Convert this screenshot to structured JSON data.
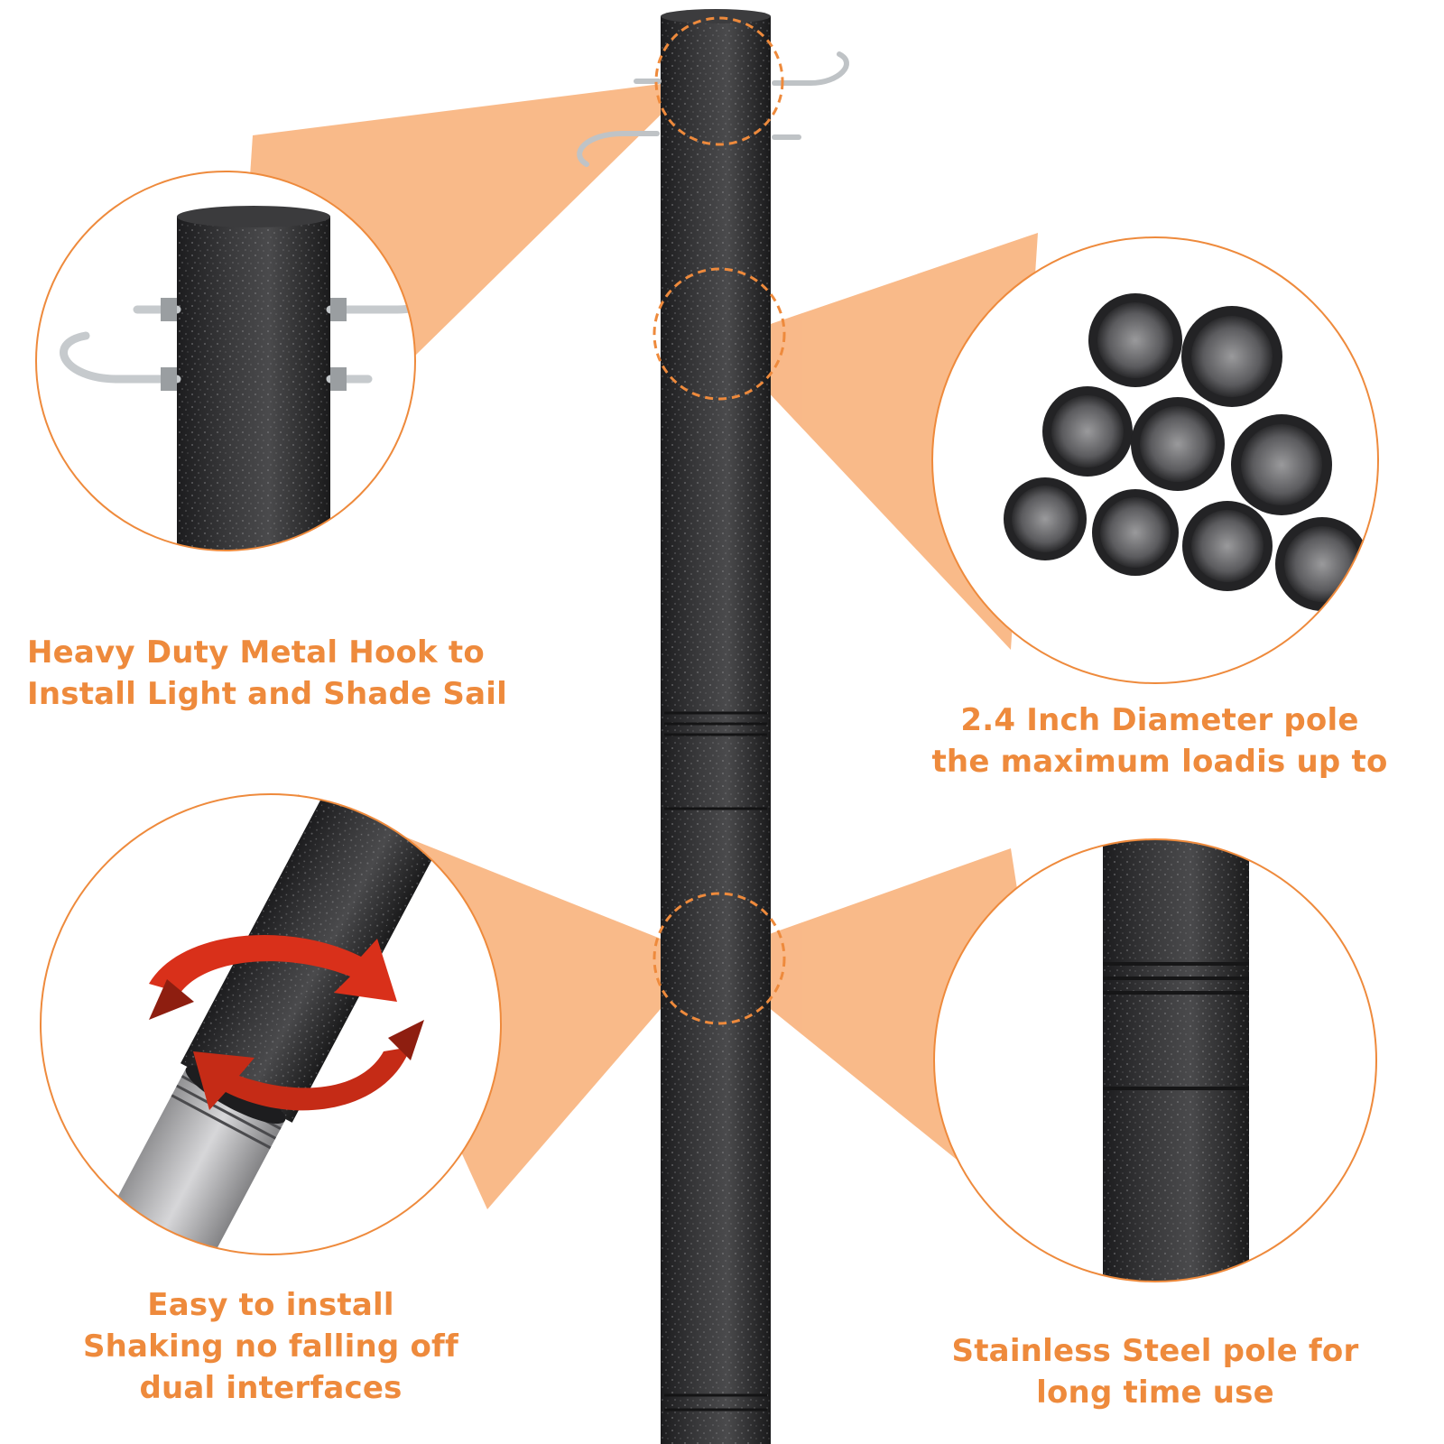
{
  "features": [
    {
      "lines": [
        "Heavy Duty Metal Hook to",
        "Install Light and Shade Sail"
      ]
    },
    {
      "lines": [
        "2.4 Inch Diameter pole",
        "the maximum loadis up to"
      ]
    },
    {
      "lines": [
        "Easy to install",
        "Shaking no falling off",
        "dual interfaces"
      ]
    },
    {
      "lines": [
        "Stainless Steel pole for",
        "long time use"
      ]
    }
  ],
  "icons": {
    "hook": "metal-hook-icon",
    "tube_stack": "tube-stack-icon",
    "rotate": "rotate-arrows-icon"
  },
  "colors": {
    "accent": "#ee8a3c",
    "beam": "#f9b47f",
    "pole": "#2b2b2d",
    "arrow": "#d9301a"
  }
}
